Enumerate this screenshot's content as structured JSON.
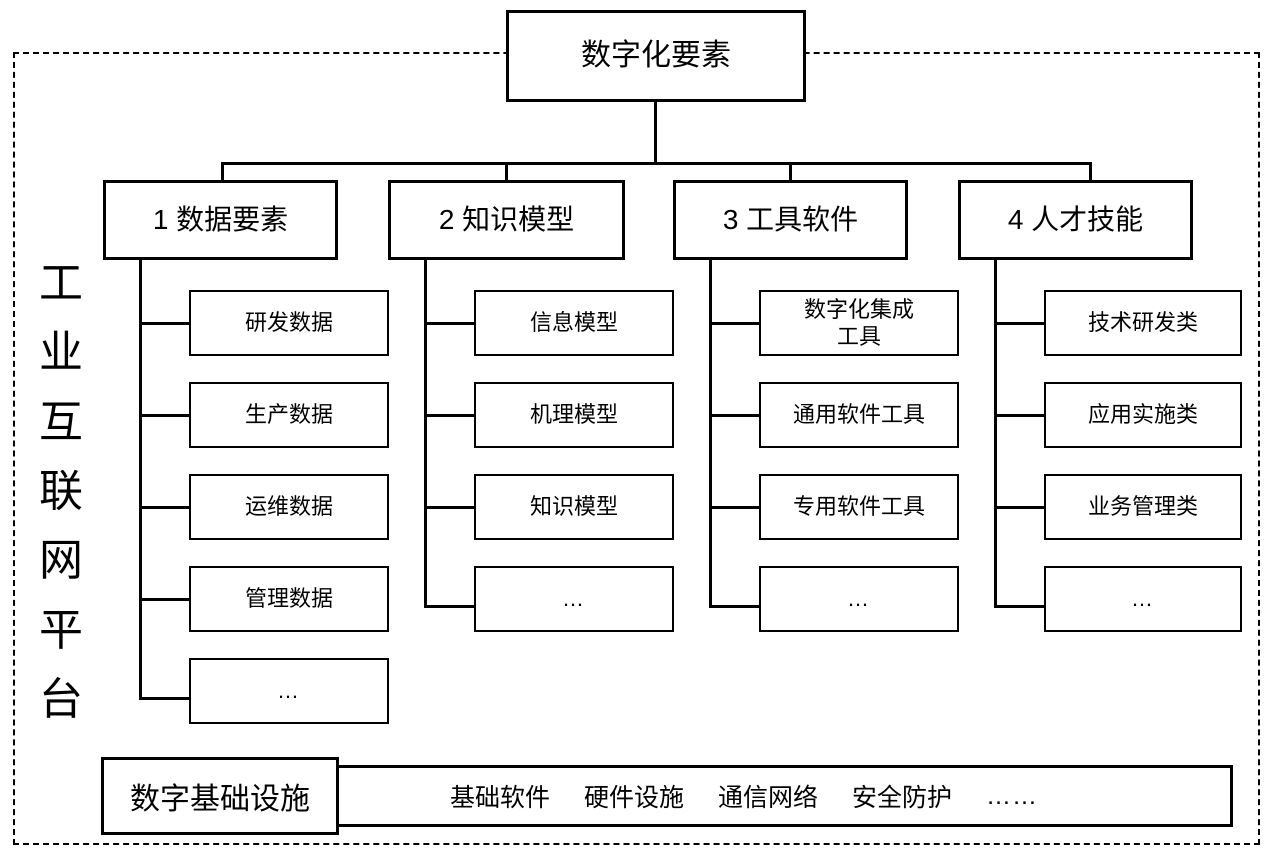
{
  "frame": {
    "platform_label": "工业互联网平台",
    "platform_chars": [
      "工",
      "业",
      "互",
      "联",
      "网",
      "平",
      "台"
    ]
  },
  "root": {
    "label": "数字化要素"
  },
  "columns": [
    {
      "id": "data-elements",
      "header": "1 数据要素",
      "children": [
        {
          "label": "研发数据"
        },
        {
          "label": "生产数据"
        },
        {
          "label": "运维数据"
        },
        {
          "label": "管理数据"
        },
        {
          "label": "…"
        }
      ]
    },
    {
      "id": "knowledge-models",
      "header": "2 知识模型",
      "children": [
        {
          "label": "信息模型"
        },
        {
          "label": "机理模型"
        },
        {
          "label": "知识模型"
        },
        {
          "label": "…"
        }
      ]
    },
    {
      "id": "tool-software",
      "header": "3 工具软件",
      "children": [
        {
          "label": "数字化集成\n工具"
        },
        {
          "label": "通用软件工具"
        },
        {
          "label": "专用软件工具"
        },
        {
          "label": "…"
        }
      ]
    },
    {
      "id": "talent-skills",
      "header": "4 人才技能",
      "children": [
        {
          "label": "技术研发类"
        },
        {
          "label": "应用实施类"
        },
        {
          "label": "业务管理类"
        },
        {
          "label": "…"
        }
      ]
    }
  ],
  "infrastructure": {
    "label": "数字基础设施",
    "items": [
      "基础软件",
      "硬件设施",
      "通信网络",
      "安全防护"
    ],
    "ellipsis": "……"
  },
  "colors": {
    "stroke": "#000000",
    "background": "#ffffff"
  }
}
